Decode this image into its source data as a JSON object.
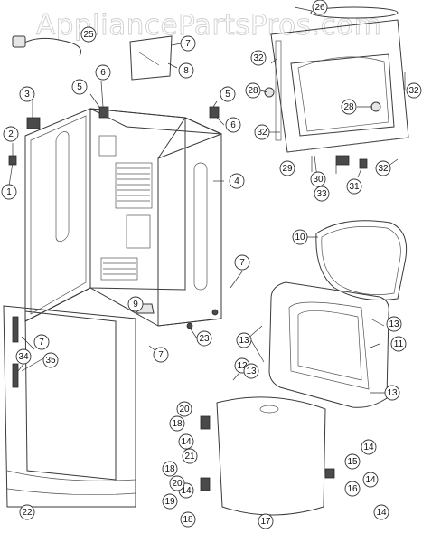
{
  "watermark": "AppliancePartsPros.com",
  "callouts": [
    {
      "id": "c1",
      "label": "1"
    },
    {
      "id": "c2",
      "label": "2"
    },
    {
      "id": "c3",
      "label": "3"
    },
    {
      "id": "c4",
      "label": "4"
    },
    {
      "id": "c5a",
      "label": "5"
    },
    {
      "id": "c5b",
      "label": "5"
    },
    {
      "id": "c6a",
      "label": "6"
    },
    {
      "id": "c6b",
      "label": "6"
    },
    {
      "id": "c7a",
      "label": "7"
    },
    {
      "id": "c7b",
      "label": "7"
    },
    {
      "id": "c7c",
      "label": "7"
    },
    {
      "id": "c7d",
      "label": "7"
    },
    {
      "id": "c8",
      "label": "8"
    },
    {
      "id": "c9",
      "label": "9"
    },
    {
      "id": "c10",
      "label": "10"
    },
    {
      "id": "c11",
      "label": "11"
    },
    {
      "id": "c12",
      "label": "12"
    },
    {
      "id": "c13a",
      "label": "13"
    },
    {
      "id": "c13b",
      "label": "13"
    },
    {
      "id": "c13c",
      "label": "13"
    },
    {
      "id": "c13d",
      "label": "13"
    },
    {
      "id": "c14a",
      "label": "14"
    },
    {
      "id": "c14b",
      "label": "14"
    },
    {
      "id": "c14c",
      "label": "14"
    },
    {
      "id": "c14d",
      "label": "14"
    },
    {
      "id": "c14e",
      "label": "14"
    },
    {
      "id": "c15",
      "label": "15"
    },
    {
      "id": "c16",
      "label": "16"
    },
    {
      "id": "c17",
      "label": "17"
    },
    {
      "id": "c18a",
      "label": "18"
    },
    {
      "id": "c18b",
      "label": "18"
    },
    {
      "id": "c18c",
      "label": "18"
    },
    {
      "id": "c19",
      "label": "19"
    },
    {
      "id": "c20a",
      "label": "20"
    },
    {
      "id": "c20b",
      "label": "20"
    },
    {
      "id": "c21",
      "label": "21"
    },
    {
      "id": "c22",
      "label": "22"
    },
    {
      "id": "c23",
      "label": "23"
    },
    {
      "id": "c25",
      "label": "25"
    },
    {
      "id": "c26",
      "label": "26"
    },
    {
      "id": "c28a",
      "label": "28"
    },
    {
      "id": "c28b",
      "label": "28"
    },
    {
      "id": "c29",
      "label": "29"
    },
    {
      "id": "c30",
      "label": "30"
    },
    {
      "id": "c31",
      "label": "31"
    },
    {
      "id": "c32a",
      "label": "32"
    },
    {
      "id": "c32b",
      "label": "32"
    },
    {
      "id": "c32c",
      "label": "32"
    },
    {
      "id": "c32d",
      "label": "32"
    },
    {
      "id": "c33",
      "label": "33"
    },
    {
      "id": "c34",
      "label": "34"
    },
    {
      "id": "c35",
      "label": "35"
    }
  ]
}
